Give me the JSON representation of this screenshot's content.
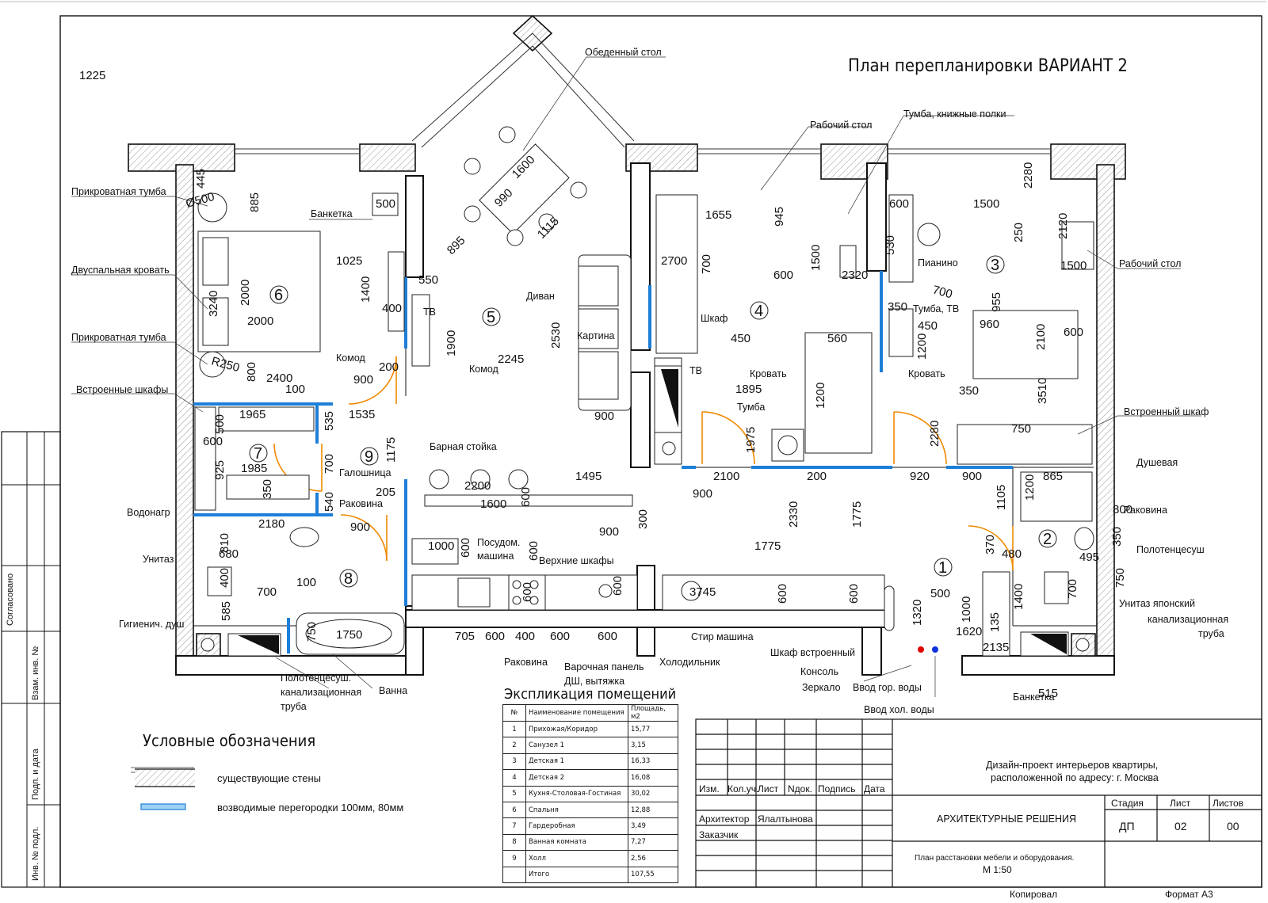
{
  "title": "План перепланировки ВАРИАНТ 2",
  "room_numbers": [
    "1",
    "2",
    "3",
    "4",
    "5",
    "6",
    "7",
    "8",
    "9"
  ],
  "furniture_labels": {
    "obed_stol": "Обеденный стол",
    "rabochiy_stol_top": "Рабочий стол",
    "tumba_polki": "Тумба, книжные полки",
    "prikrov_tumba_1": "Прикроватная тумба",
    "dvusp_krovat": "Двуспальная кровать",
    "prikrov_tumba_2": "Прикроватная тумба",
    "vstr_shkafy": "Встроенные шкафы",
    "vodonagr": "Водонагр",
    "unitaz": "Унитаз",
    "gig_dush": "Гигиенич. душ",
    "polotenc_truba": "Полотенцесуш.\nканализационная\nтруба",
    "vanna": "Ванна",
    "banketka_top": "Банкетка",
    "komod_1": "Комод",
    "tv_5": "ТВ",
    "divan": "Диван",
    "kartina": "Картина",
    "komod_2": "Комод",
    "galoshnica": "Галошница",
    "rakovina_9": "Раковина",
    "barnaya_stoyka": "Барная стойка",
    "posudom": "Посудом.\nмашина",
    "verhnie_shkafy": "Верхние шкафы",
    "rakovina_kitchen": "Раковина",
    "varochnaya": "Варочная панель\nДШ, вытяжка",
    "holodilnik": "Холодильник",
    "stir_mashina": "Стир машина",
    "shkaf_vstr": "Шкаф встроенный",
    "konsol": "Консоль",
    "zerkalo": "Зеркало",
    "vvod_gor": "Ввод гор. воды",
    "vvod_hol": "Ввод хол. воды",
    "shkaf_4": "Шкаф",
    "tv_4": "ТВ",
    "krovat_4": "Кровать",
    "tumba_4": "Тумба",
    "pianino": "Пианино",
    "tumba_tv": "Тумба, ТВ",
    "krovat_3": "Кровать",
    "rabochiy_stol_right": "Рабочий стол",
    "vstr_shkaf_right": "Встроенный шкаф",
    "dushevaya": "Душевая",
    "rakovina_2": "Раковина",
    "polotencesush_2": "Полотенцесуш",
    "unitaz_jap": "Унитаз японский",
    "kanal_truba": "канализационная\nтруба",
    "banketka_bottom": "Банкетка"
  },
  "dimensions": [
    "445",
    "Ø500",
    "885",
    "500",
    "1025",
    "1400",
    "550",
    "400",
    "3240",
    "2000",
    "2000",
    "R250",
    "800",
    "2400",
    "200",
    "900",
    "100",
    "1535",
    "1965",
    "500",
    "535",
    "600",
    "925",
    "1985",
    "700",
    "350",
    "1175",
    "540",
    "205",
    "2180",
    "900",
    "810",
    "680",
    "400",
    "700",
    "100",
    "585",
    "750",
    "1750",
    "895",
    "1600",
    "990",
    "1115",
    "1900",
    "2245",
    "2530",
    "900",
    "2200",
    "1600",
    "600",
    "1495",
    "600",
    "1000",
    "600",
    "600",
    "600",
    "705",
    "600",
    "400",
    "600",
    "600",
    "900",
    "300",
    "1655",
    "945",
    "700",
    "2700",
    "600",
    "1500",
    "2320",
    "450",
    "1895",
    "1975",
    "560",
    "1200",
    "2100",
    "900",
    "200",
    "2330",
    "1775",
    "1775",
    "3745",
    "600",
    "600",
    "600",
    "530",
    "1500",
    "2280",
    "250",
    "2120",
    "1500",
    "700",
    "955",
    "350",
    "450",
    "960",
    "2100",
    "1200",
    "600",
    "350",
    "3510",
    "750",
    "2280",
    "920",
    "900",
    "1105",
    "865",
    "1200",
    "800",
    "350",
    "495",
    "480",
    "370",
    "700",
    "750",
    "500",
    "1320",
    "1000",
    "1400",
    "135",
    "1620",
    "2135",
    "515",
    "1225"
  ],
  "explication": {
    "title": "Экспликация помещений",
    "headers": [
      "№",
      "Наименование помещения",
      "Площадь, м2"
    ],
    "rows": [
      [
        "1",
        "Прихожая/Коридор",
        "15,77"
      ],
      [
        "2",
        "Санузел 1",
        "3,15"
      ],
      [
        "3",
        "Детская 1",
        "16,33"
      ],
      [
        "4",
        "Детская 2",
        "16,08"
      ],
      [
        "5",
        "Кухня-Столовая-Гостиная",
        "30,02"
      ],
      [
        "6",
        "Спальня",
        "12,88"
      ],
      [
        "7",
        "Гардеробная",
        "3,49"
      ],
      [
        "8",
        "Ванная комната",
        "7,27"
      ],
      [
        "9",
        "Холл",
        "2,56"
      ],
      [
        "",
        "Итого",
        "107,55"
      ]
    ]
  },
  "legend": {
    "title": "Условные обозначения",
    "existing": "существующие стены",
    "new": "возводимые перегородки 100мм, 80мм"
  },
  "side_stamp": [
    "Согласовано",
    "Взам. инв. №",
    "Подп. и дата",
    "Инв. № подл."
  ],
  "stamp": {
    "project": "Дизайн-проект интерьеров квартиры,\nрасположенной по адресу: г. Москва",
    "header_cells": [
      "Изм.",
      "Кол.уч.",
      "Лист",
      "Nдок.",
      "Подпись",
      "Дата"
    ],
    "architect_label": "Архитектор",
    "architect_name": "Ялалтынова",
    "customer_label": "Заказчик",
    "section": "АРХИТЕКТУРНЫЕ РЕШЕНИЯ",
    "stage_label": "Стадия",
    "sheet_label": "Лист",
    "sheets_label": "Листов",
    "stage": "ДП",
    "sheet": "02",
    "sheets": "00",
    "drawing_name": "План расстановки мебели и оборудования.",
    "scale": "М 1:50"
  },
  "footer": {
    "copied": "Копировал",
    "format": "Формат А3"
  },
  "colors": {
    "partition": "#1e7fd8",
    "door_arc": "#f08a00",
    "hot_water": "#e00000",
    "cold_water": "#1030e0"
  }
}
